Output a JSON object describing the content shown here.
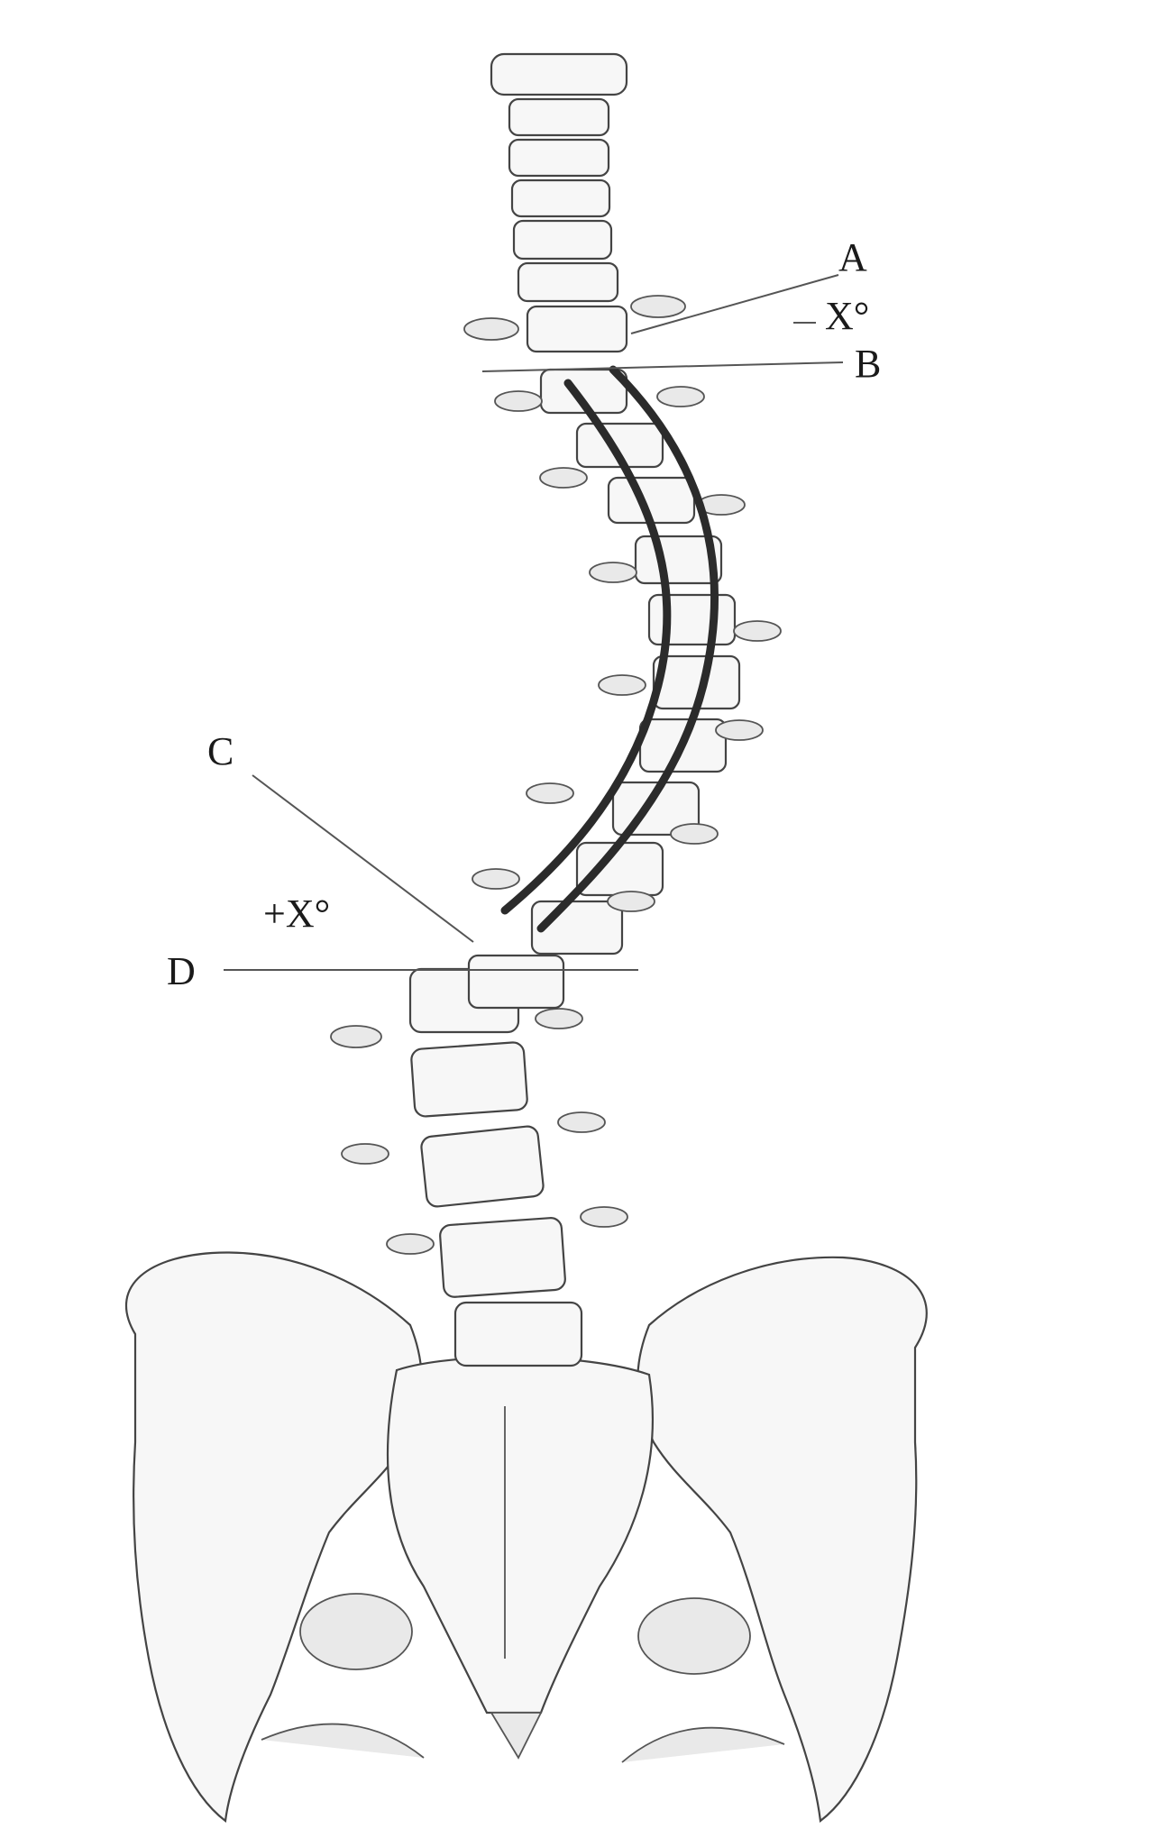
{
  "figure": {
    "labels": {
      "a": "A",
      "b": "B",
      "c": "C",
      "d": "D",
      "angle_top": "X°",
      "angle_bottom": "+X°"
    }
  }
}
